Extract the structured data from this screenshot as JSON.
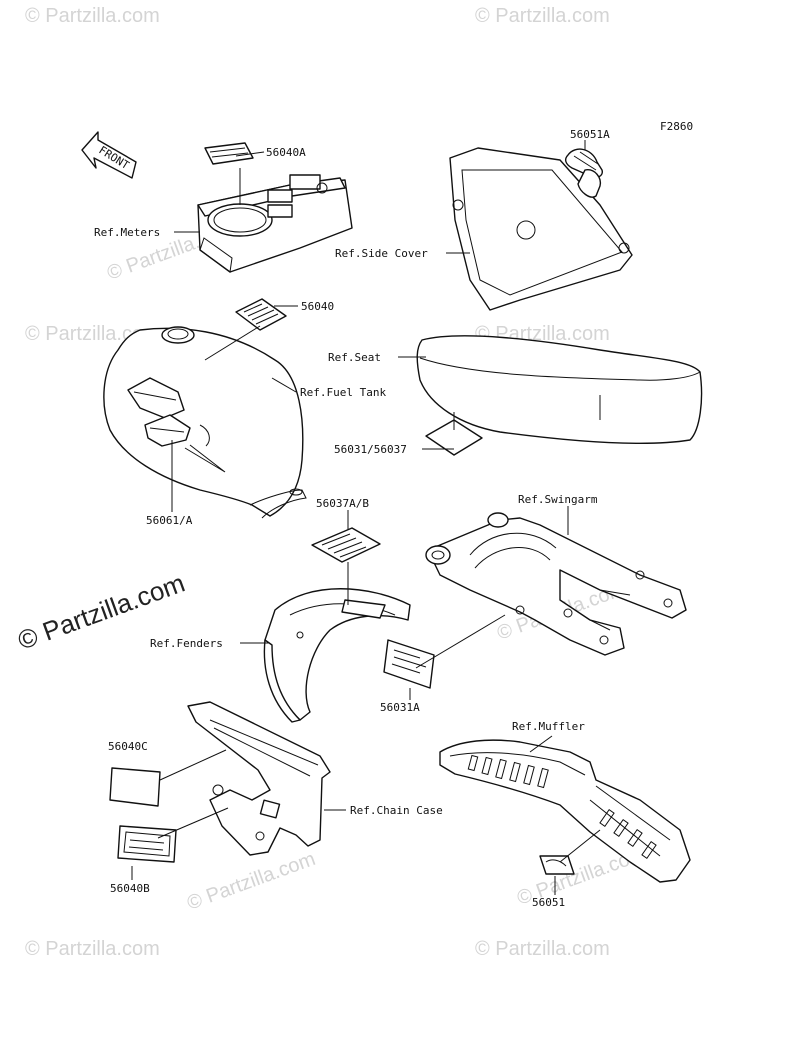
{
  "diagram_code": "F2860",
  "front_label": "FRONT",
  "watermark": "© Partzilla.com",
  "labels": {
    "p56040A": "56040A",
    "ref_meters": "Ref.Meters",
    "p56051A": "56051A",
    "ref_side_cover": "Ref.Side Cover",
    "p56040": "56040",
    "ref_seat": "Ref.Seat",
    "ref_fuel_tank": "Ref.Fuel Tank",
    "p56031_56037": "56031/56037",
    "p56061_A": "56061/A",
    "p56037AB": "56037A/B",
    "ref_swingarm": "Ref.Swingarm",
    "ref_fenders": "Ref.Fenders",
    "p56031A": "56031A",
    "ref_muffler": "Ref.Muffler",
    "p56040C": "56040C",
    "ref_chain_case": "Ref.Chain Case",
    "p56040B": "56040B",
    "p56051": "56051"
  }
}
